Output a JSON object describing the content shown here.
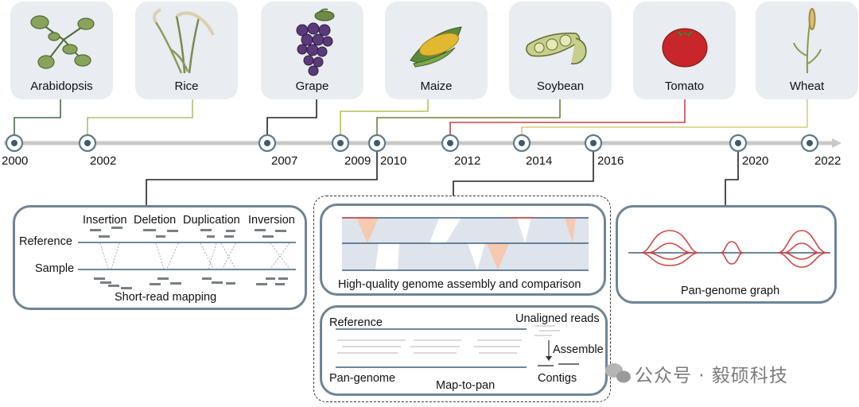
{
  "crops": [
    {
      "label": "Arabidopsis",
      "icon": "arabidopsis-plant-icon"
    },
    {
      "label": "Rice",
      "icon": "rice-plant-icon"
    },
    {
      "label": "Grape",
      "icon": "grape-cluster-icon"
    },
    {
      "label": "Maize",
      "icon": "maize-cob-icon"
    },
    {
      "label": "Soybean",
      "icon": "soybean-pod-icon"
    },
    {
      "label": "Tomato",
      "icon": "tomato-icon"
    },
    {
      "label": "Wheat",
      "icon": "wheat-plant-icon"
    }
  ],
  "years": [
    "2000",
    "2002",
    "2007",
    "2009",
    "2010",
    "2012",
    "2014",
    "2016",
    "2020",
    "2022"
  ],
  "panels": {
    "short_read": {
      "types": [
        "Insertion",
        "Deletion",
        "Duplication",
        "Inversion"
      ],
      "reference_label": "Reference",
      "sample_label": "Sample",
      "caption": "Short-read mapping"
    },
    "assembly": {
      "caption": "High-quality genome assembly and comparison"
    },
    "map_to_pan": {
      "reference_label": "Reference",
      "unaligned_label": "Unaligned reads",
      "assemble_label": "Assemble",
      "pangenome_label": "Pan-genome",
      "contigs_label": "Contigs",
      "caption": "Map-to-pan"
    },
    "graph": {
      "caption": "Pan-genome graph"
    }
  },
  "watermark": "公众号 · 毅硕科技",
  "colors": {
    "timeline": "#c8c8c8",
    "node_ring": "#5d7a8c",
    "panel_border": "#6f8494",
    "arabidopsis_line": "#4a6a4a",
    "rice_line": "#b7bd6d",
    "grape_line": "#222222",
    "maize_line": "#b8c05a",
    "soybean_line": "#6f7f3a",
    "tomato_line": "#c8444a",
    "wheat_line": "#d3cf7a",
    "graph_path": "#d64545",
    "blue_line": "#3e5f7f"
  }
}
